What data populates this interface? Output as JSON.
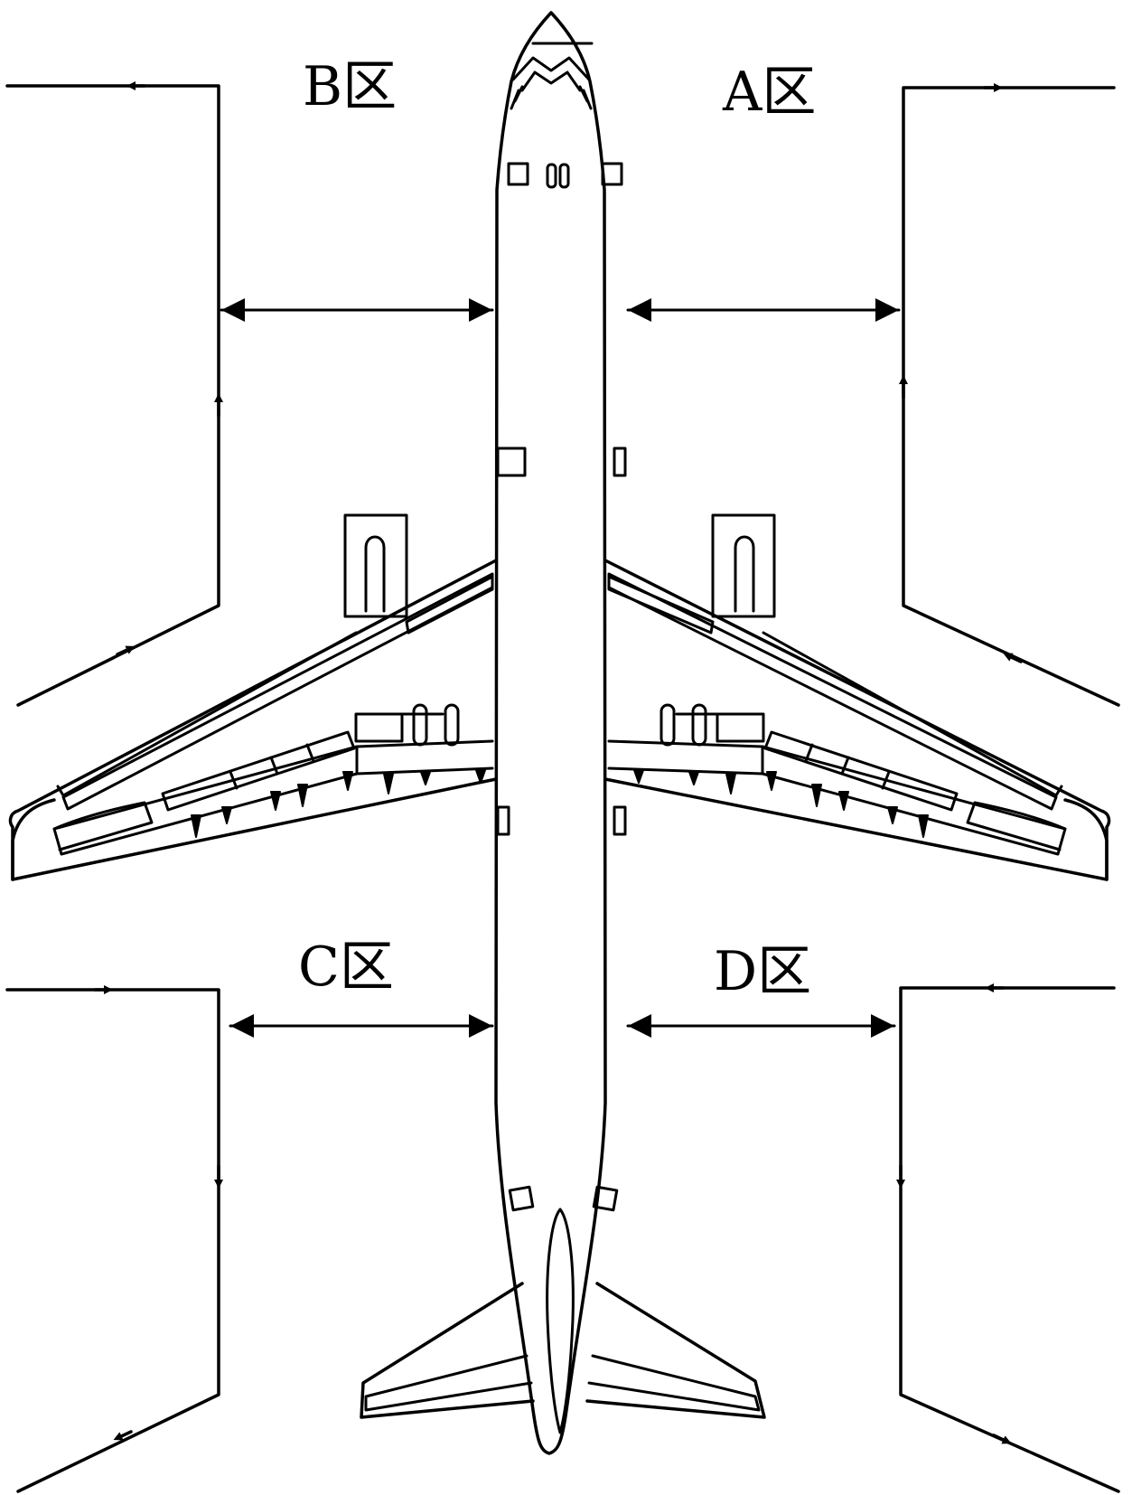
{
  "zones": {
    "a": {
      "label": "A区"
    },
    "b": {
      "label": "B区"
    },
    "c": {
      "label": "C区"
    },
    "d": {
      "label": "D区"
    }
  },
  "colors": {
    "stroke": "#000000",
    "background": "#ffffff"
  }
}
